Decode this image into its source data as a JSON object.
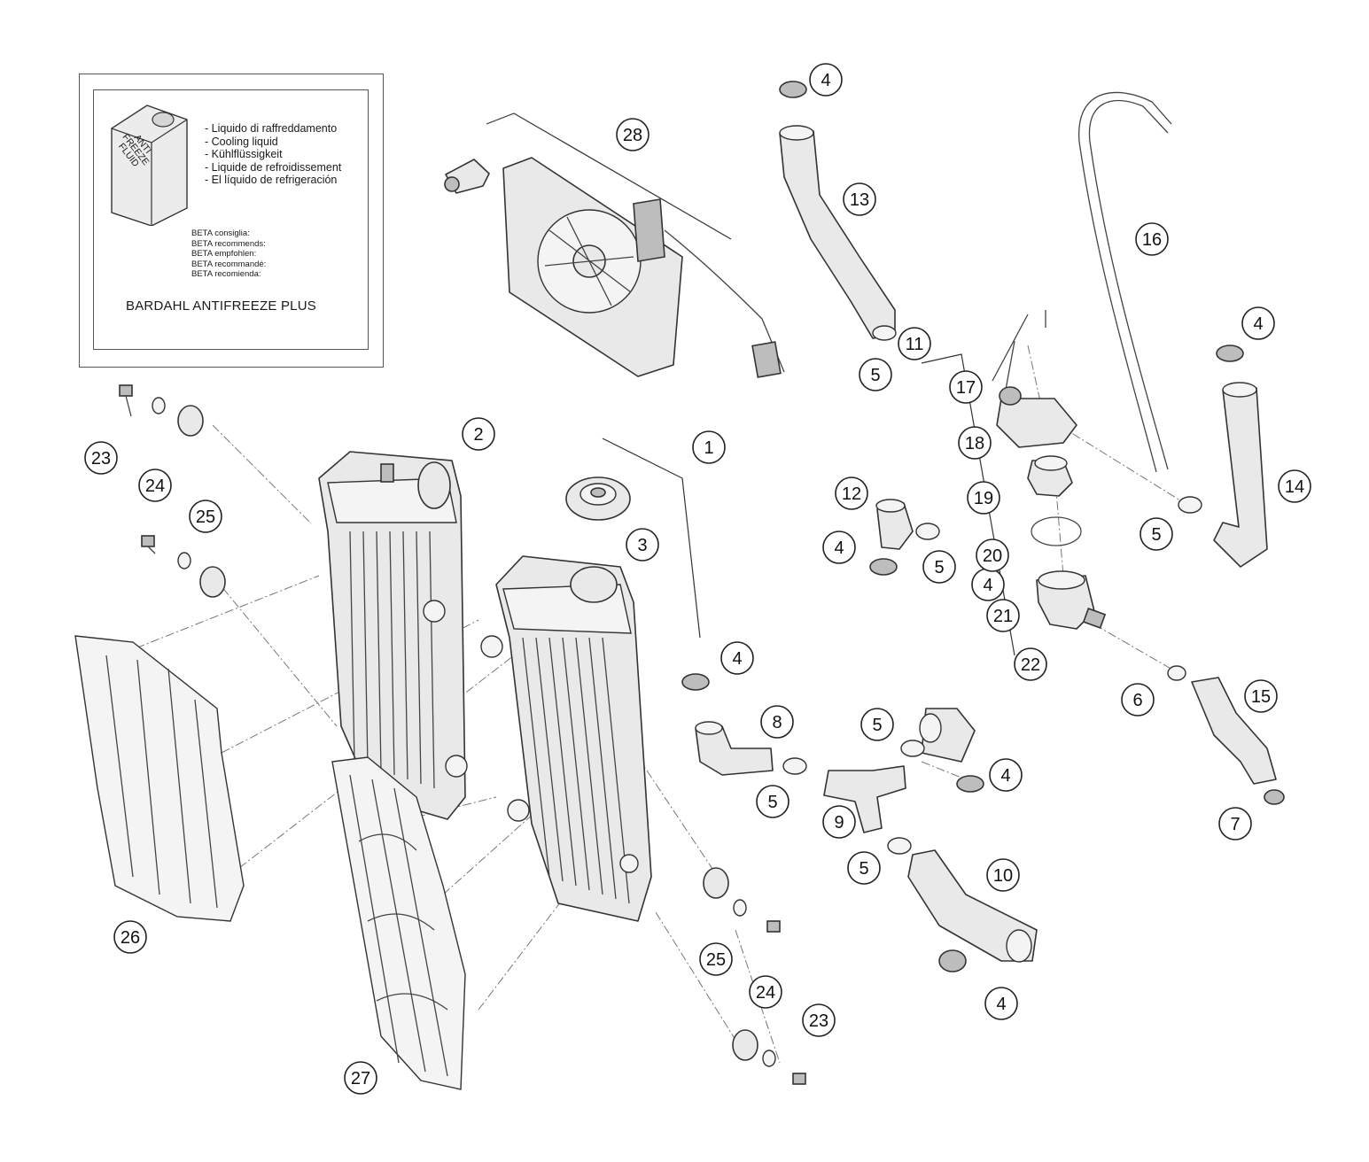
{
  "info_box": {
    "can_label": [
      "ANTI",
      "FREEZE",
      "FLUID"
    ],
    "coolant_names": [
      "- Liquido di raffreddamento",
      "- Cooling liquid",
      "- Kühlflüssigkeit",
      "- Liquide de refroidissement",
      "- El líquido de refrigeración"
    ],
    "recommendations": [
      "BETA consiglia:",
      "BETA recommends:",
      "BETA empfohlen:",
      "BETA recommandé:",
      "BETA recomienda:"
    ],
    "product": "BARDAHL ANTIFREEZE PLUS"
  },
  "callouts": [
    {
      "label": "1"
    },
    {
      "label": "2"
    },
    {
      "label": "3"
    },
    {
      "label": "4"
    },
    {
      "label": "4"
    },
    {
      "label": "4"
    },
    {
      "label": "4"
    },
    {
      "label": "4"
    },
    {
      "label": "4"
    },
    {
      "label": "4"
    },
    {
      "label": "5"
    },
    {
      "label": "5"
    },
    {
      "label": "5"
    },
    {
      "label": "5"
    },
    {
      "label": "5"
    },
    {
      "label": "5"
    },
    {
      "label": "6"
    },
    {
      "label": "7"
    },
    {
      "label": "8"
    },
    {
      "label": "9"
    },
    {
      "label": "10"
    },
    {
      "label": "11"
    },
    {
      "label": "12"
    },
    {
      "label": "13"
    },
    {
      "label": "14"
    },
    {
      "label": "15"
    },
    {
      "label": "16"
    },
    {
      "label": "17"
    },
    {
      "label": "18"
    },
    {
      "label": "19"
    },
    {
      "label": "20"
    },
    {
      "label": "21"
    },
    {
      "label": "22"
    },
    {
      "label": "23"
    },
    {
      "label": "23"
    },
    {
      "label": "24"
    },
    {
      "label": "24"
    },
    {
      "label": "25"
    },
    {
      "label": "25"
    },
    {
      "label": "26"
    },
    {
      "label": "27"
    },
    {
      "label": "28"
    }
  ]
}
